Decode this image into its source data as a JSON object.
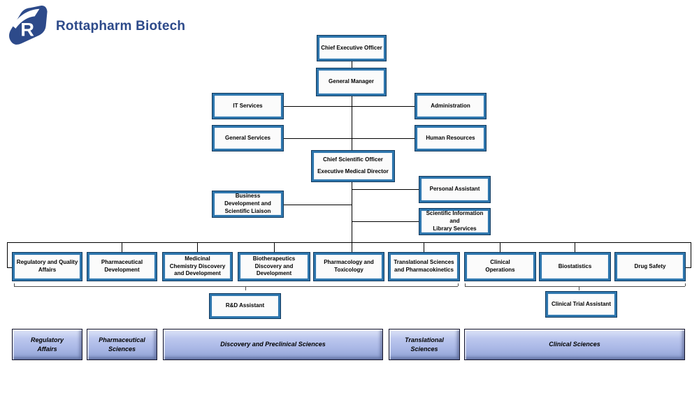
{
  "header": {
    "company": "Rottapharm Biotech",
    "logo_letter": "R"
  },
  "colors": {
    "brand_blue": "#2d4a8a",
    "node_border_outer": "#123a5e",
    "node_border_inner": "#2e76ad",
    "node_fill": "#fbfbfb",
    "area_fill_light": "#dee5f8",
    "area_fill_mid": "#aab8e6",
    "area_fill_dark": "#8da0d2",
    "connector": "#000000"
  },
  "org": {
    "ceo": "Chief Executive Officer",
    "general_manager": "General Manager",
    "it_services": "IT Services",
    "administration": "Administration",
    "general_services": "General Services",
    "human_resources": "Human Resources",
    "cso": {
      "line1": "Chief Scientific Officer",
      "line2": "Executive Medical Director"
    },
    "personal_assistant": "Personal Assistant",
    "business_development": "Business\nDevelopment and\nScientific Liaison",
    "scientific_information": "Scientific Information\nand\nLibrary Services",
    "departments": [
      "Regulatory and Quality\nAffairs",
      "Pharmaceutical\nDevelopment",
      "Medicinal\nChemistry Discovery\nand Development",
      "Biotherapeutics\nDiscovery and\nDevelopment",
      "Pharmacology and\nToxicology",
      "Translational Sciences\nand Pharmacokinetics",
      "Clinical\nOperations",
      "Biostatistics",
      "Drug Safety"
    ],
    "rd_assistant": "R&D Assistant",
    "clinical_trial_assistant": "Clinical Trial Assistant",
    "areas": [
      "Regulatory\nAffairs",
      "Pharmaceutical\nSciences",
      "Discovery and Preclinical Sciences",
      "Translational\nSciences",
      "Clinical Sciences"
    ]
  }
}
